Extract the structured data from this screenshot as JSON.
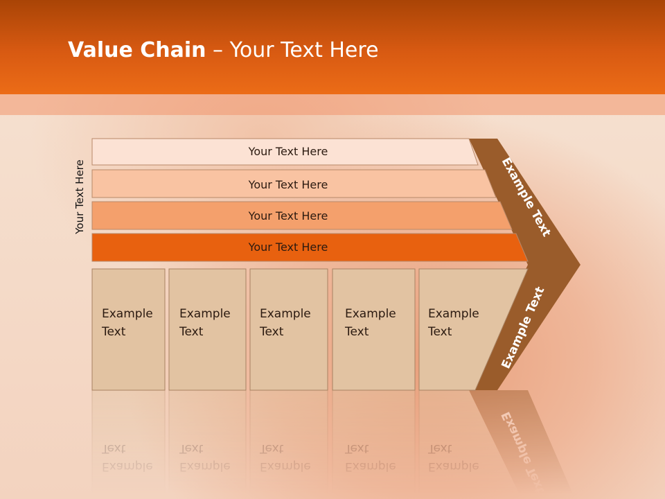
{
  "title": {
    "bold": "Value Chain",
    "rest": " – Your Text Here"
  },
  "side_label": "Your Text Here",
  "bands": [
    {
      "label": "Your Text Here",
      "color": "#fce2d4"
    },
    {
      "label": "Your Text Here",
      "color": "#f9c3a2"
    },
    {
      "label": "Your Text Here",
      "color": "#f4a06c"
    },
    {
      "label": "Your Text Here",
      "color": "#e8610f"
    }
  ],
  "boxes": [
    {
      "line1": "Example",
      "line2": "Text"
    },
    {
      "line1": "Example",
      "line2": "Text"
    },
    {
      "line1": "Example",
      "line2": "Text"
    },
    {
      "line1": "Example",
      "line2": "Text"
    },
    {
      "line1": "Example",
      "line2": "Text"
    }
  ],
  "arrow": {
    "upper": "Example Text",
    "lower": "Example Text",
    "color": "#9a5c2b"
  },
  "colors": {
    "header": "#d85a12",
    "box": "#e2c3a2"
  }
}
